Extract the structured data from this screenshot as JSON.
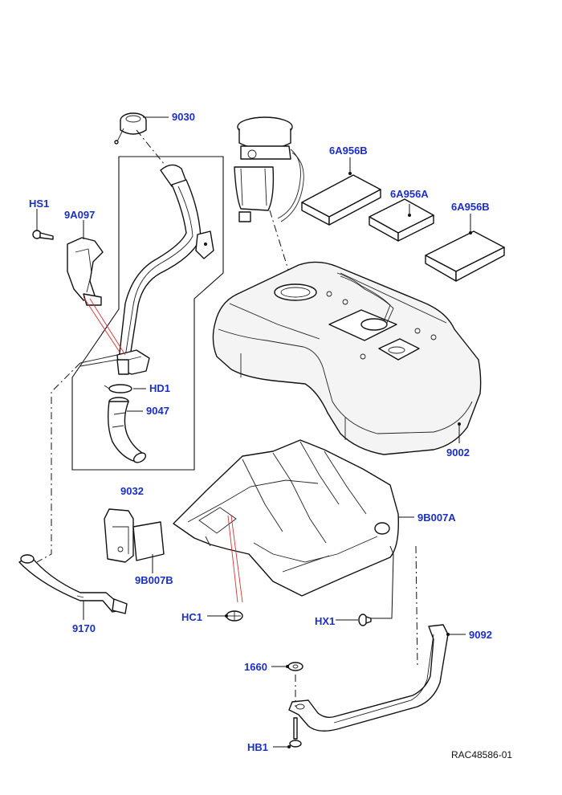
{
  "diagram_ref": "RAC48586-01",
  "accent_color": "#1a2ec8",
  "leader_color": "#d83030",
  "callouts": {
    "p9030": "9030",
    "p6A956B_left": "6A956B",
    "p6A956A": "6A956A",
    "p6A956B_right": "6A956B",
    "pHS1": "HS1",
    "p9A097": "9A097",
    "pHD1": "HD1",
    "p9047": "9047",
    "p9002": "9002",
    "p9032": "9032",
    "p9B007A": "9B007A",
    "p9B007B": "9B007B",
    "p9170": "9170",
    "pHC1": "HC1",
    "pHX1": "HX1",
    "p9092": "9092",
    "p1660": "1660",
    "pHB1": "HB1"
  }
}
